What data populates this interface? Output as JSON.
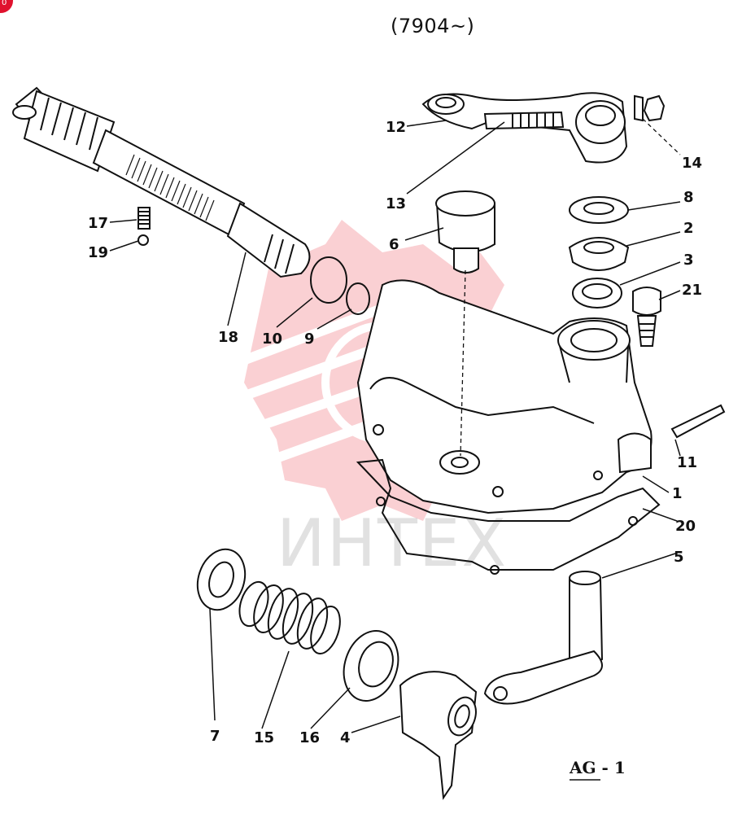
{
  "header": {
    "serial_range": "(7904~)"
  },
  "corner_badge": {
    "text": "0"
  },
  "watermark": {
    "text": "ИНТЕХ",
    "color": "#e8323f"
  },
  "figure_code": "AG - 1",
  "callouts": [
    {
      "id": "c1",
      "text": "1"
    },
    {
      "id": "c2",
      "text": "2"
    },
    {
      "id": "c3",
      "text": "3"
    },
    {
      "id": "c4",
      "text": "4"
    },
    {
      "id": "c5",
      "text": "5"
    },
    {
      "id": "c6",
      "text": "6"
    },
    {
      "id": "c7",
      "text": "7"
    },
    {
      "id": "c8",
      "text": "8"
    },
    {
      "id": "c9",
      "text": "9"
    },
    {
      "id": "c10",
      "text": "10"
    },
    {
      "id": "c11",
      "text": "11"
    },
    {
      "id": "c12",
      "text": "12"
    },
    {
      "id": "c13",
      "text": "13"
    },
    {
      "id": "c14",
      "text": "14"
    },
    {
      "id": "c15",
      "text": "15"
    },
    {
      "id": "c16",
      "text": "16"
    },
    {
      "id": "c17",
      "text": "17"
    },
    {
      "id": "c18",
      "text": "18"
    },
    {
      "id": "c19",
      "text": "19"
    },
    {
      "id": "c20",
      "text": "20"
    },
    {
      "id": "c21",
      "text": "21"
    }
  ]
}
